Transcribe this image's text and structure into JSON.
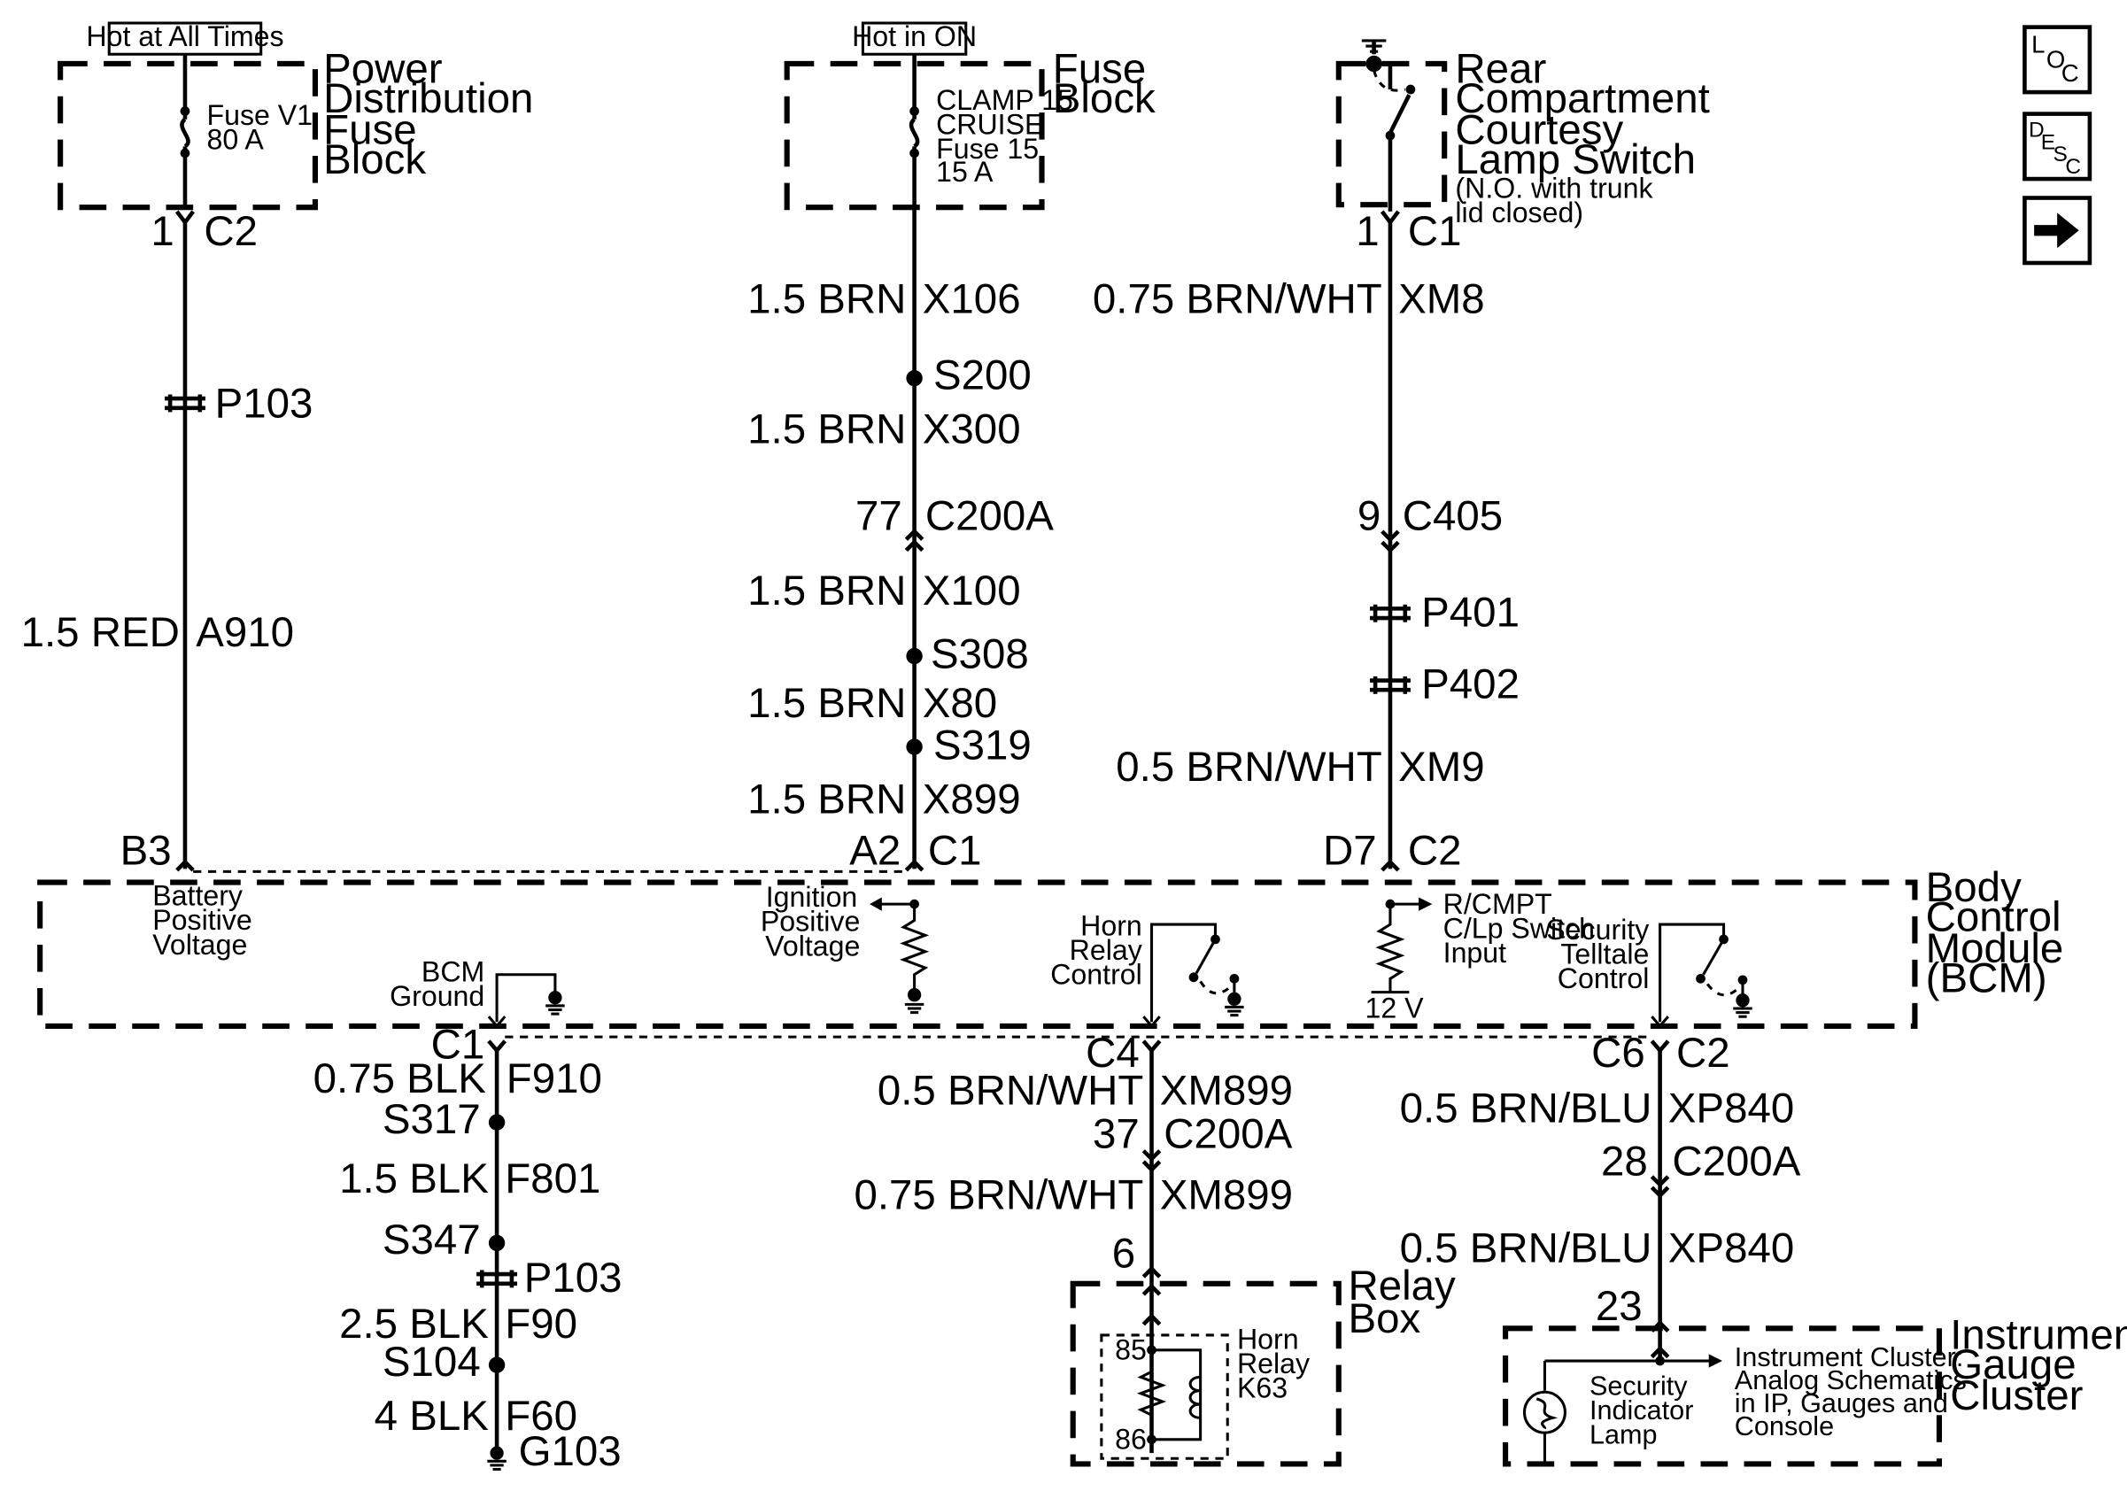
{
  "header": {
    "hot_at_all_times": "Hot at All Times",
    "hot_in_on": "Hot in ON"
  },
  "nav": {
    "loc": {
      "l": "L",
      "o": "O",
      "c": "C"
    },
    "desc": {
      "d": "D",
      "e": "E",
      "s": "S",
      "c": "C"
    }
  },
  "pdfb": {
    "title": [
      "Power",
      "Distribution",
      "Fuse",
      "Block"
    ],
    "fuse": [
      "Fuse V1",
      "80 A"
    ],
    "pin": "1",
    "conn": "C2",
    "passthru": "P103",
    "wire_size": "1.5 RED",
    "wire_id": "A910",
    "bcm_pin": "B3"
  },
  "fuse_block": {
    "title": [
      "Fuse",
      "Block"
    ],
    "fuse": [
      "CLAMP 15",
      "CRUISE",
      "Fuse 15",
      "15 A"
    ]
  },
  "ign_circuit": {
    "w1_size": "1.5 BRN",
    "w1_id": "X106",
    "s1": "S200",
    "w2_size": "1.5 BRN",
    "w2_id": "X300",
    "c_pin": "77",
    "c_name": "C200A",
    "w3_size": "1.5 BRN",
    "w3_id": "X100",
    "s2": "S308",
    "w4_size": "1.5 BRN",
    "w4_id": "X80",
    "s3": "S319",
    "w5_size": "1.5 BRN",
    "w5_id": "X899",
    "bcm_pin": "A2",
    "bcm_conn": "C1"
  },
  "rear_switch": {
    "title": [
      "Rear",
      "Compartment",
      "Courtesy",
      "Lamp Switch"
    ],
    "note": [
      "(N.O. with trunk",
      "lid closed)"
    ],
    "pin": "1",
    "conn": "C1",
    "w1_size": "0.75 BRN/WHT",
    "w1_id": "XM8",
    "c_pin": "9",
    "c_name": "C405",
    "p1": "P401",
    "p2": "P402",
    "w2_size": "0.5 BRN/WHT",
    "w2_id": "XM9",
    "bcm_pin": "D7",
    "bcm_conn": "C2"
  },
  "bcm": {
    "title": [
      "Body",
      "Control",
      "Module",
      "(BCM)"
    ],
    "battery": [
      "Battery",
      "Positive",
      "Voltage"
    ],
    "ignition": [
      "Ignition",
      "Positive",
      "Voltage"
    ],
    "horn": [
      "Horn",
      "Relay",
      "Control"
    ],
    "rcmpt": [
      "R/CMPT",
      "C/Lp Switch",
      "Input"
    ],
    "volts": "12 V",
    "security": [
      "Security",
      "Telltale",
      "Control"
    ],
    "ground": [
      "BCM",
      "Ground"
    ]
  },
  "ground_circuit": {
    "conn": "C1",
    "w1_size": "0.75 BLK",
    "w1_id": "F910",
    "s1": "S317",
    "w2_size": "1.5 BLK",
    "w2_id": "F801",
    "s2": "S347",
    "p1": "P103",
    "w3_size": "2.5 BLK",
    "w3_id": "F90",
    "s3": "S104",
    "w4_size": "4 BLK",
    "w4_id": "F60",
    "g": "G103"
  },
  "horn_circuit": {
    "conn": "C4",
    "w1_size": "0.5 BRN/WHT",
    "w1_id": "XM899",
    "c_pin": "37",
    "c_name": "C200A",
    "w2_size": "0.75 BRN/WHT",
    "w2_id": "XM899",
    "relay_pin": "6",
    "relay_box": [
      "Relay",
      "Box"
    ],
    "relay": [
      "Horn",
      "Relay",
      "K63"
    ],
    "pin85": "85",
    "pin86": "86"
  },
  "security_circuit": {
    "pin": "C6",
    "conn": "C2",
    "w1_size": "0.5 BRN/BLU",
    "w1_id": "XP840",
    "c_pin": "28",
    "c_name": "C200A",
    "w2_size": "0.5 BRN/BLU",
    "w2_id": "XP840",
    "ic_pin": "23",
    "cluster": [
      "Instrument",
      "Gauge",
      "Cluster"
    ],
    "lamp": [
      "Security",
      "Indicator",
      "Lamp"
    ],
    "ref": [
      "Instrument Cluster:",
      "Analog Schematics",
      "in IP, Gauges and",
      "Console"
    ]
  }
}
